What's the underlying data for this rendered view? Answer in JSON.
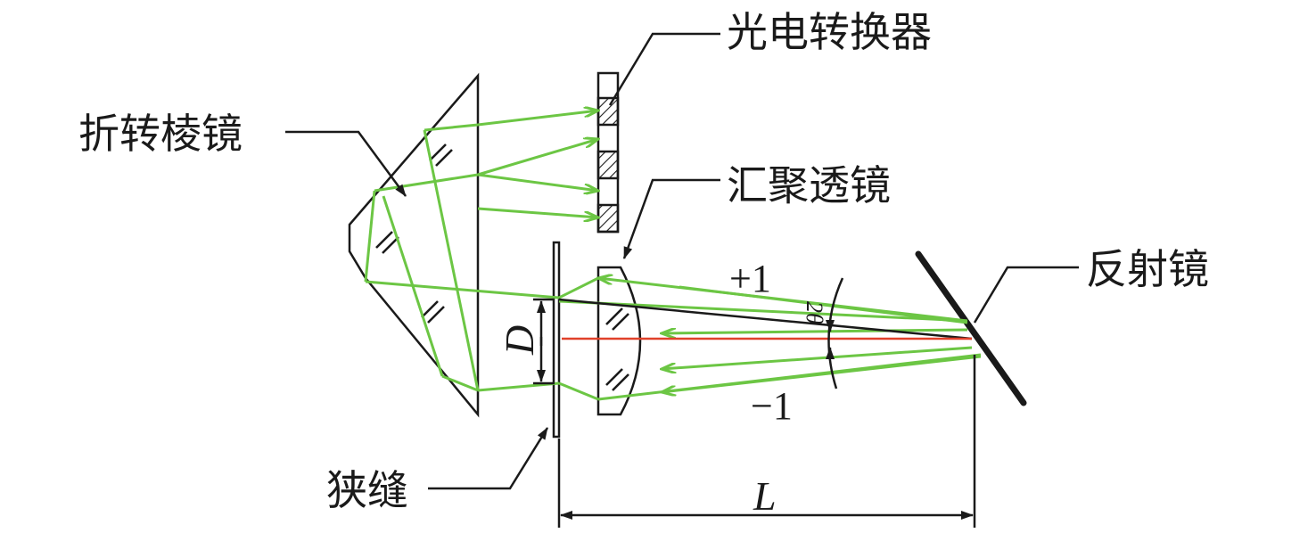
{
  "labels": {
    "photoelectric_converter": "光电转换器",
    "folding_prism": "折转棱镜",
    "converging_lens": "汇聚透镜",
    "reflector": "反射镜",
    "slit": "狭缝",
    "order_plus": "+1",
    "order_minus": "−1",
    "diameter_symbol": "D",
    "distance_symbol": "L",
    "angle_symbol": "2θ"
  },
  "colors": {
    "ray_green": "#6cc644",
    "axis_red": "#e0412a",
    "line_black": "#1a1a1a"
  }
}
